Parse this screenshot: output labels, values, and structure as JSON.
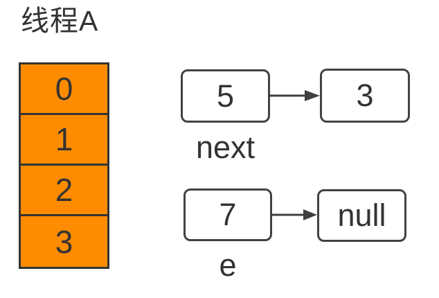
{
  "title": "线程A",
  "array": {
    "cells": [
      "0",
      "1",
      "2",
      "3"
    ]
  },
  "rows": [
    {
      "value": "5",
      "label": "next",
      "target": "3"
    },
    {
      "value": "7",
      "label": "e",
      "target": "null"
    }
  ],
  "colors": {
    "array_fill": "#ff8c00",
    "array_border": "#333333",
    "node_border": "#424242",
    "node_fill": "#ffffff",
    "text": "#333333",
    "arrow": "#3f3f3f",
    "background": "#ffffff"
  }
}
